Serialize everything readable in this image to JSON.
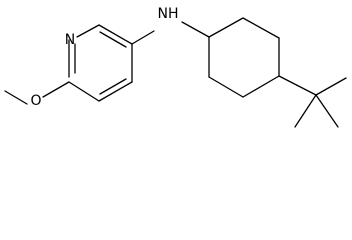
{
  "structure": {
    "atoms": {
      "ring_nitrogen": "N",
      "amine_nh": "NH",
      "ether_oxygen": "O"
    },
    "colors": {
      "background": "#ffffff",
      "bond": "#000000",
      "text": "#000000"
    }
  }
}
